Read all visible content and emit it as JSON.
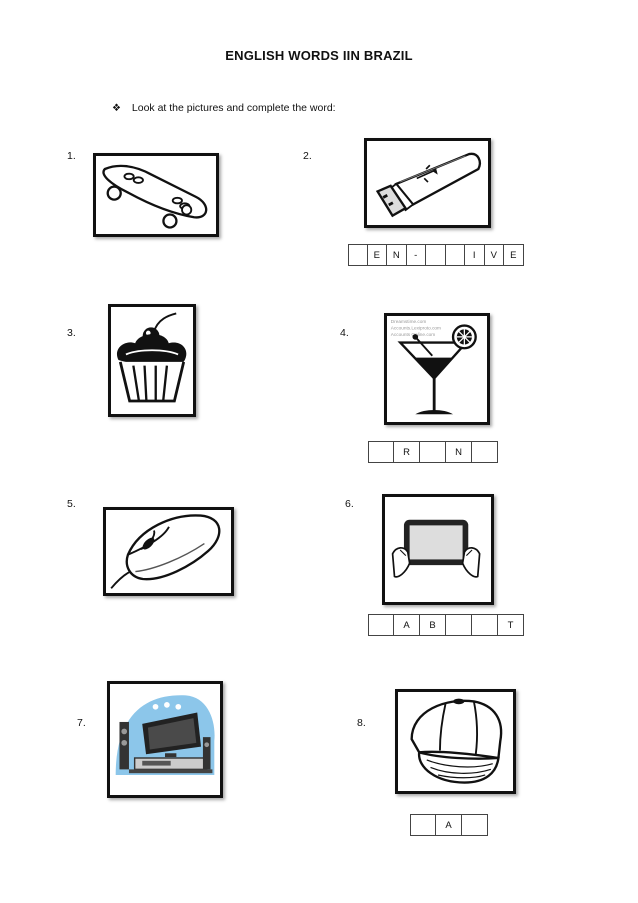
{
  "title": "ENGLISH WORDS IIN BRAZIL",
  "instruction": {
    "bullet": "❖",
    "text": "Look at the pictures and complete the word:"
  },
  "items": [
    {
      "number": "1.",
      "picture": "skateboard-icon",
      "letters": []
    },
    {
      "number": "2.",
      "picture": "usb-drive-icon",
      "letters": [
        "",
        "E",
        "N",
        "-",
        "",
        "",
        "I",
        "V",
        "E"
      ]
    },
    {
      "number": "3.",
      "picture": "cupcake-icon",
      "letters": []
    },
    {
      "number": "4.",
      "picture": "cocktail-icon",
      "letters": [
        "",
        "R",
        "",
        "N",
        ""
      ]
    },
    {
      "number": "5.",
      "picture": "computer-mouse-icon",
      "letters": []
    },
    {
      "number": "6.",
      "picture": "tablet-icon",
      "letters": [
        "",
        "A",
        "B",
        "",
        "",
        "T"
      ]
    },
    {
      "number": "7.",
      "picture": "home-theater-icon",
      "letters": []
    },
    {
      "number": "8.",
      "picture": "cap-icon",
      "letters": [
        "",
        "A",
        ""
      ]
    }
  ],
  "watermark": {
    "line1": "Dreamstime.com",
    "line2": "Accounts.Lexiproto.com",
    "line3": "Accounts Online.com"
  }
}
